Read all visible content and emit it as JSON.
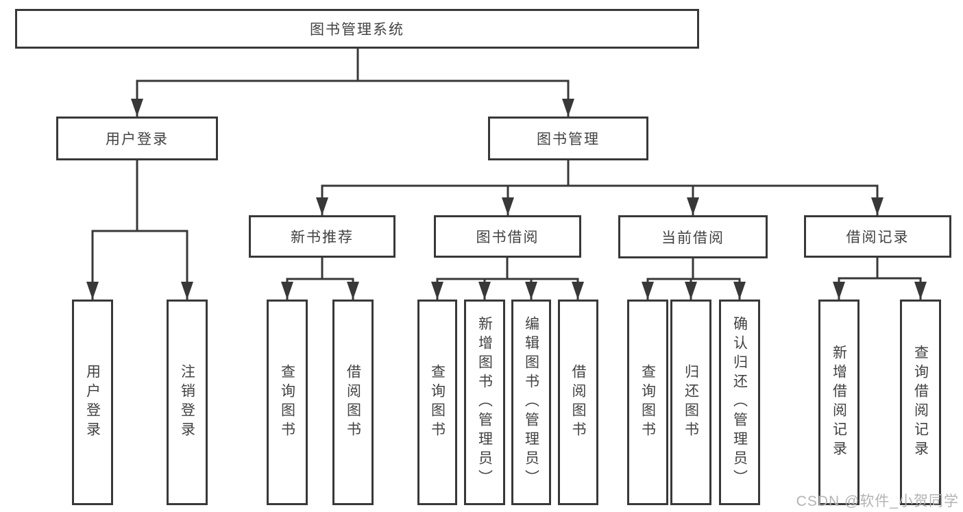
{
  "diagram": {
    "type": "hierarchy-tree",
    "colors": {
      "line": "#383838",
      "box_border": "#383838",
      "box_fill": "#ffffff",
      "text": "#424242",
      "background": "#ffffff",
      "watermark": "#b3b3b3"
    },
    "watermark": "CSDN @软件_小贺同学",
    "nodes": {
      "root": {
        "label": "图书管理系统"
      },
      "user_login": {
        "label": "用户登录"
      },
      "book_mgmt": {
        "label": "图书管理"
      },
      "new_book_rec": {
        "label": "新书推荐"
      },
      "book_borrow": {
        "label": "图书借阅"
      },
      "current_borrow": {
        "label": "当前借阅"
      },
      "borrow_records": {
        "label": "借阅记录"
      },
      "leaf_user_login": {
        "label": "用户登录"
      },
      "leaf_logout": {
        "label": "注销登录"
      },
      "nb_query_books": {
        "label": "查询图书"
      },
      "nb_borrow_books": {
        "label": "借阅图书"
      },
      "bb_query_books": {
        "label": "查询图书"
      },
      "bb_add_books": {
        "label": "新增图书（管理员）"
      },
      "bb_edit_books": {
        "label": "编辑图书（管理员）"
      },
      "bb_borrow_books": {
        "label": "借阅图书"
      },
      "cb_query_books": {
        "label": "查询图书"
      },
      "cb_return_books": {
        "label": "归还图书"
      },
      "cb_confirm_return": {
        "label": "确认归还（管理员）"
      },
      "br_add_record": {
        "label": "新增借阅记录"
      },
      "br_query_record": {
        "label": "查询借阅记录"
      }
    },
    "hierarchy": {
      "root": [
        "user_login",
        "book_mgmt"
      ],
      "user_login": [
        "leaf_user_login",
        "leaf_logout"
      ],
      "book_mgmt": [
        "new_book_rec",
        "book_borrow",
        "current_borrow",
        "borrow_records"
      ],
      "new_book_rec": [
        "nb_query_books",
        "nb_borrow_books"
      ],
      "book_borrow": [
        "bb_query_books",
        "bb_add_books",
        "bb_edit_books",
        "bb_borrow_books"
      ],
      "current_borrow": [
        "cb_query_books",
        "cb_return_books",
        "cb_confirm_return"
      ],
      "borrow_records": [
        "br_add_record",
        "br_query_record"
      ]
    }
  }
}
